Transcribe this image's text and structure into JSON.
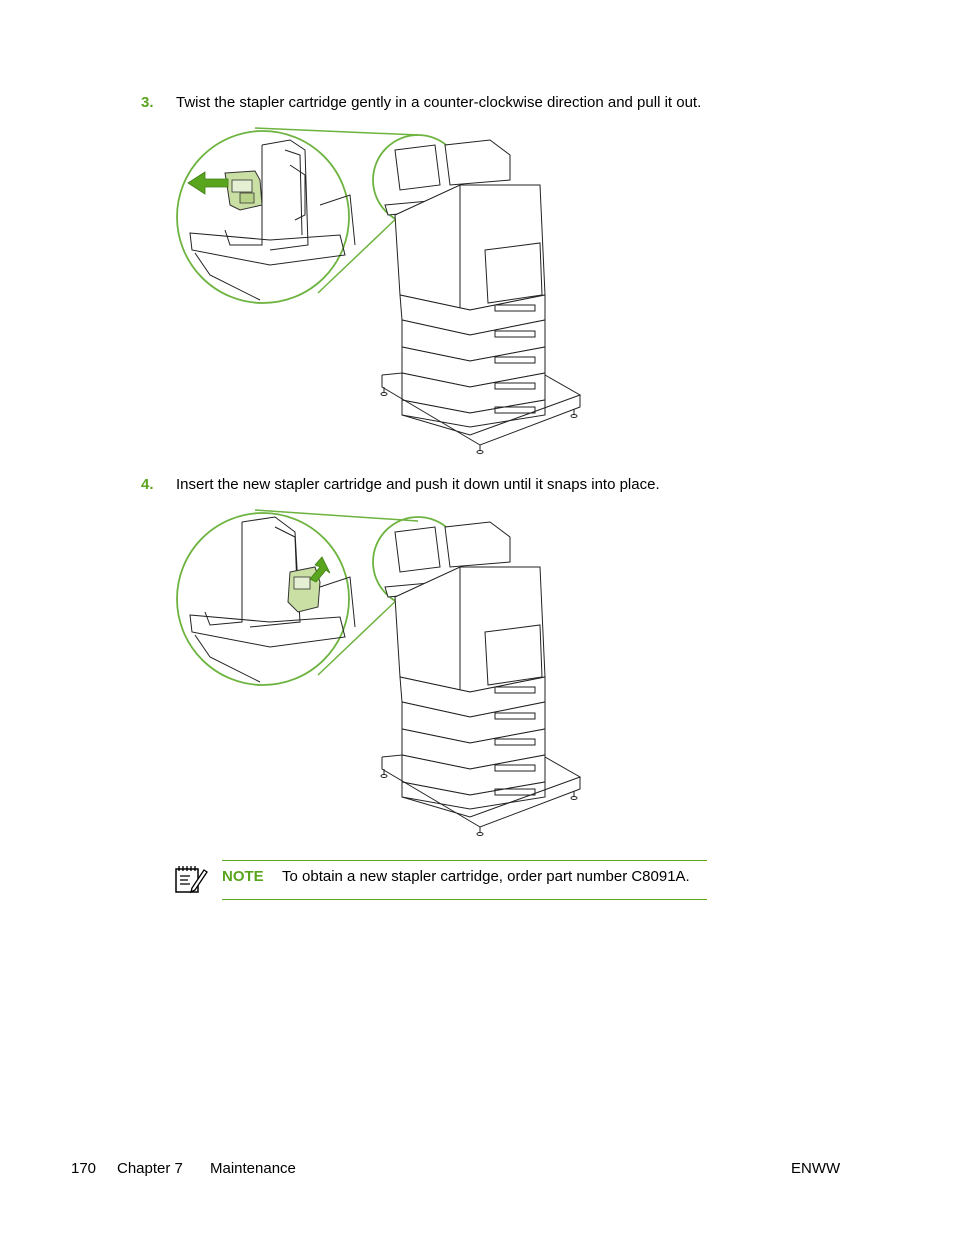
{
  "steps": [
    {
      "number": "3.",
      "text": "Twist the stapler cartridge gently in a counter-clockwise direction and pull it out."
    },
    {
      "number": "4.",
      "text": "Insert the new stapler cartridge and push it down until it snaps into place."
    }
  ],
  "note": {
    "label": "NOTE",
    "text": "To obtain a new stapler cartridge, order part number C8091A."
  },
  "footer": {
    "page_number": "170",
    "chapter": "Chapter 7",
    "section": "Maintenance",
    "doc_code": "ENWW"
  },
  "colors": {
    "accent": "#5aa51e",
    "callout_line": "#6db33f",
    "cartridge_fill": "#c9dfa4"
  },
  "icons": {
    "figure1_arrow": "arrow-left-icon",
    "figure2_arrow": "arrow-down-icon",
    "note": "note-pad-icon"
  }
}
